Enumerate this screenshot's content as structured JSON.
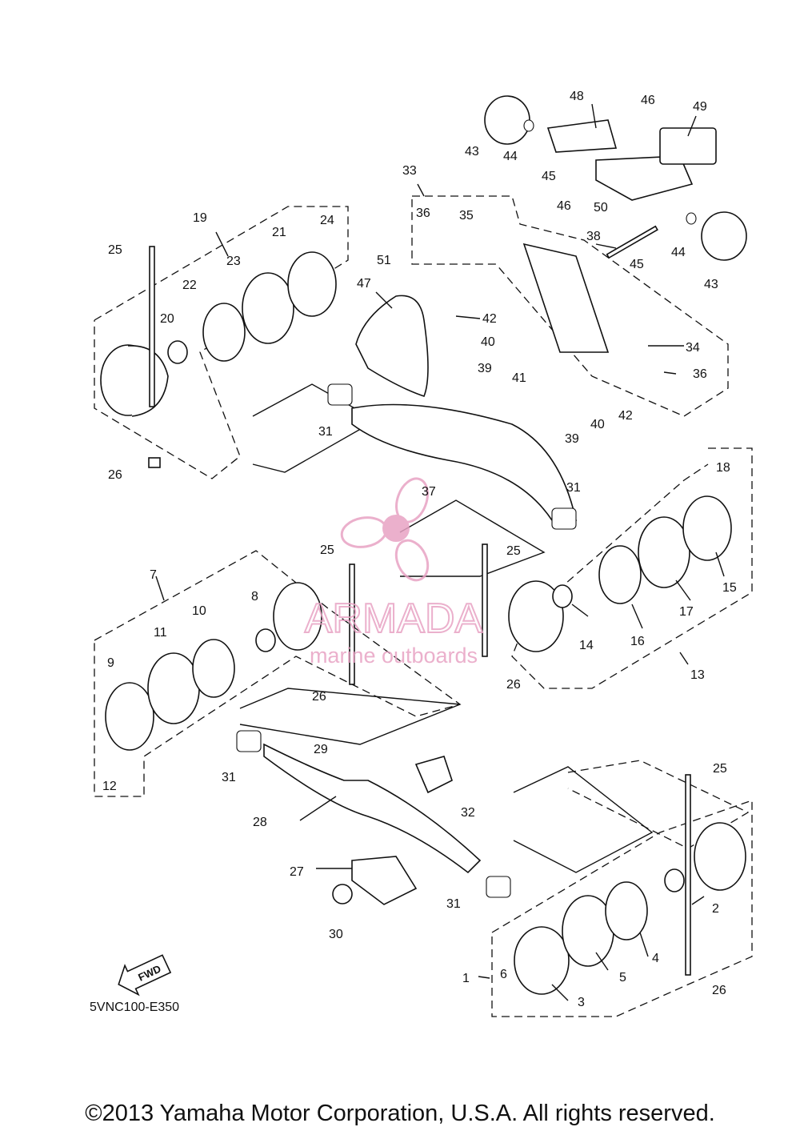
{
  "diagram": {
    "code": "5VNC100-E350",
    "fwd_label": "FWD",
    "callouts": [
      "1",
      "2",
      "3",
      "4",
      "5",
      "6",
      "7",
      "8",
      "9",
      "10",
      "11",
      "12",
      "13",
      "14",
      "15",
      "16",
      "17",
      "18",
      "19",
      "20",
      "21",
      "22",
      "23",
      "24",
      "25",
      "25",
      "25",
      "25",
      "26",
      "26",
      "26",
      "26",
      "27",
      "28",
      "29",
      "30",
      "31",
      "31",
      "31",
      "31",
      "32",
      "33",
      "34",
      "35",
      "36",
      "36",
      "37",
      "38",
      "39",
      "39",
      "40",
      "40",
      "41",
      "42",
      "42",
      "43",
      "43",
      "44",
      "44",
      "45",
      "45",
      "46",
      "46",
      "47",
      "48",
      "49",
      "50",
      "51"
    ]
  },
  "watermark": {
    "brand": "ARMADA",
    "tagline": "marine outboards",
    "color": "#e8a3c4"
  },
  "footer": {
    "copyright": "©2013 Yamaha Motor Corporation, U.S.A. All rights reserved."
  }
}
